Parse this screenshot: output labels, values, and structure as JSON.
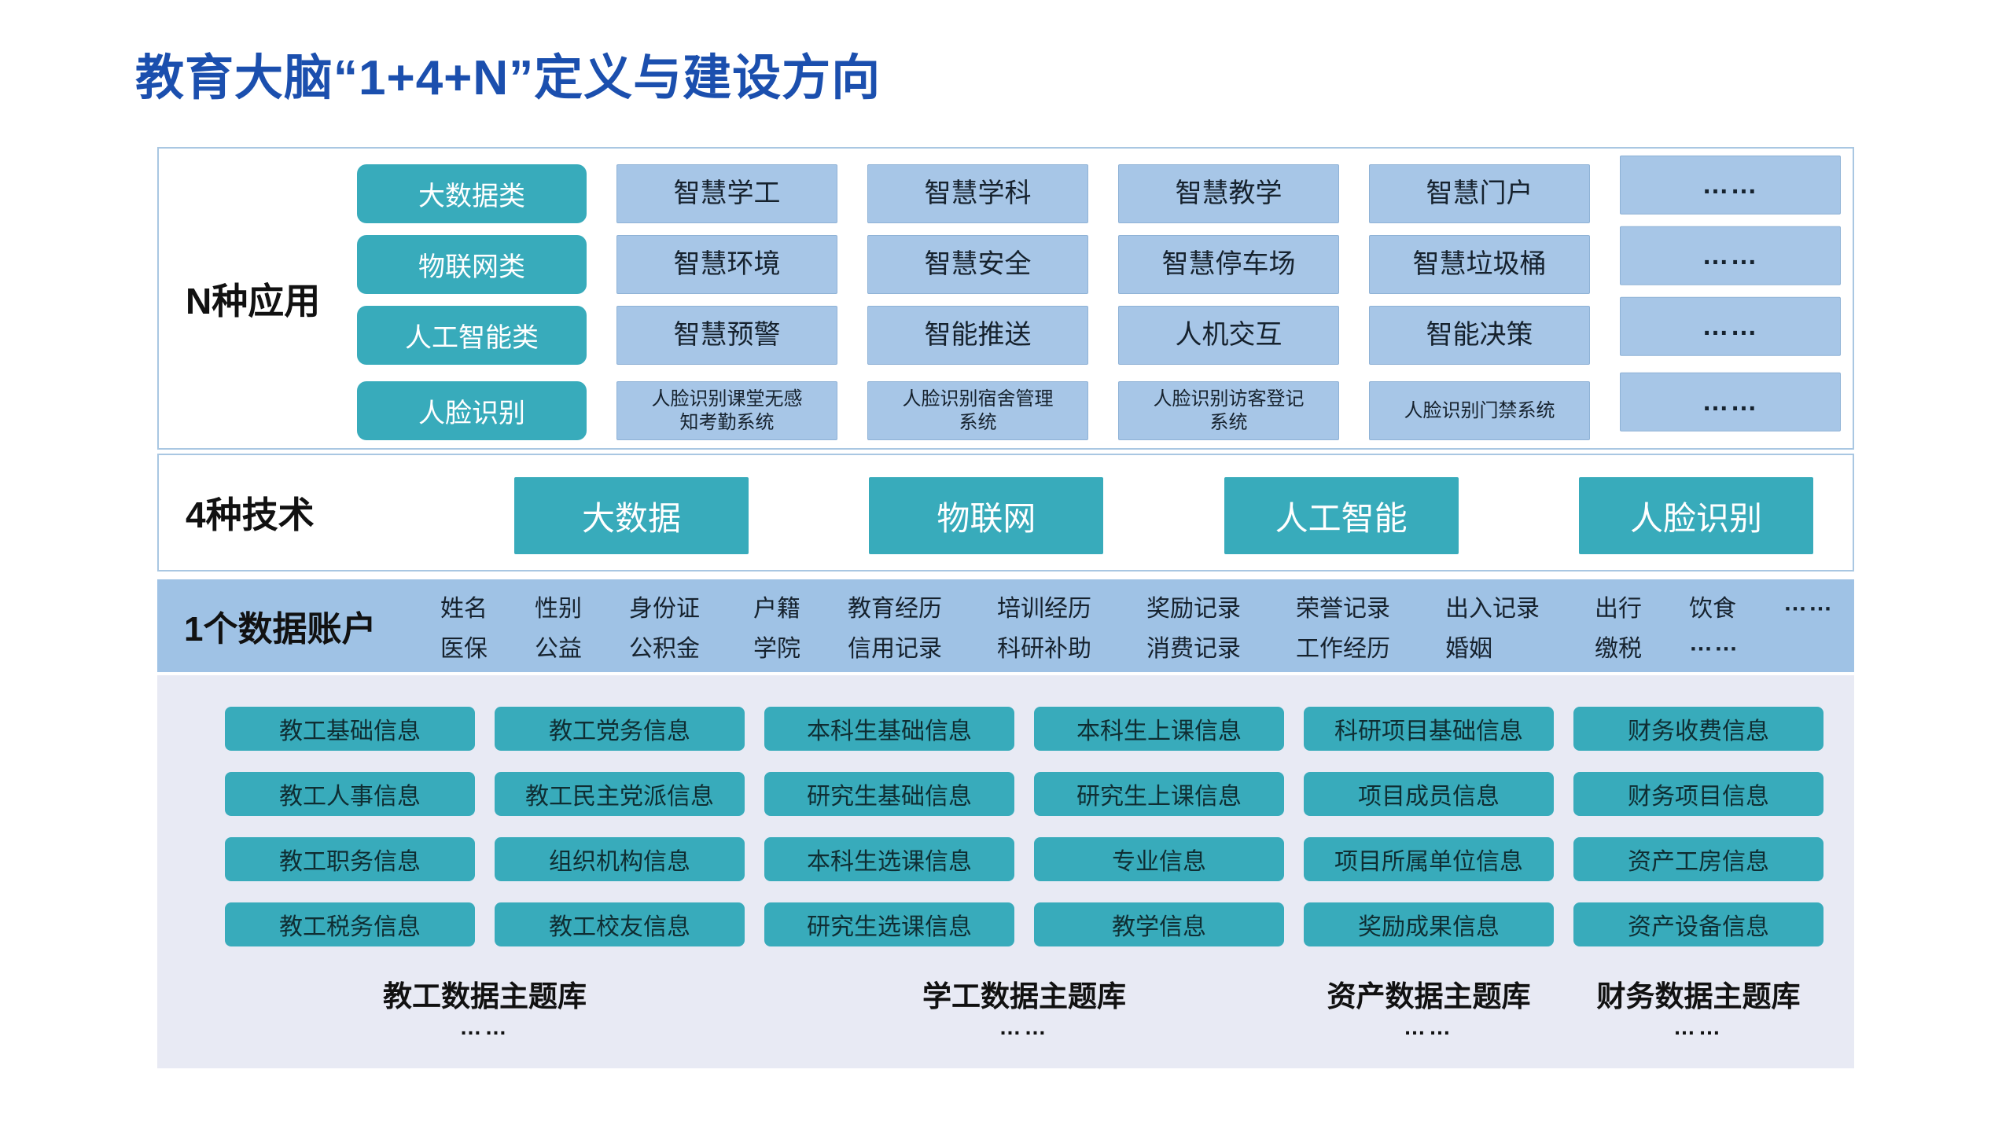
{
  "title": "教育大脑“1+4+N”定义与建设方向",
  "colors": {
    "title_blue": "#1b4fae",
    "teal": "#38abbb",
    "light_blue_box": "#a7c6e7",
    "account_band_bg": "#9fc2e5",
    "themes_bg": "#e8eaf4",
    "section_border": "#a9c7e2"
  },
  "apps": {
    "label": "N种应用",
    "rows": [
      {
        "category": "大数据类",
        "items": [
          "智慧学工",
          "智慧学科",
          "智慧教学",
          "智慧门户",
          "……"
        ]
      },
      {
        "category": "物联网类",
        "items": [
          "智慧环境",
          "智慧安全",
          "智慧停车场",
          "智慧垃圾桶",
          "……"
        ]
      },
      {
        "category": "人工智能类",
        "items": [
          "智慧预警",
          "智能推送",
          "人机交互",
          "智能决策",
          "……"
        ]
      },
      {
        "category": "人脸识别",
        "items": [
          "人脸识别课堂无感知考勤系统",
          "人脸识别宿舍管理系统",
          "人脸识别访客登记系统",
          "人脸识别门禁系统",
          "……"
        ]
      }
    ]
  },
  "tech": {
    "label": "4种技术",
    "items": [
      "大数据",
      "物联网",
      "人工智能",
      "人脸识别"
    ]
  },
  "account": {
    "label": "1个数据账户",
    "row1": [
      "姓名",
      "性别",
      "身份证",
      "户籍",
      "教育经历",
      "培训经历",
      "奖励记录",
      "荣誉记录",
      "出入记录",
      "出行",
      "饮食",
      "……"
    ],
    "row2": [
      "医保",
      "公益",
      "公积金",
      "学院",
      "信用记录",
      "科研补助",
      "消费记录",
      "工作经历",
      "婚姻",
      "缴税",
      "……",
      ""
    ]
  },
  "themes": {
    "columns": [
      [
        "教工基础信息",
        "教工人事信息",
        "教工职务信息",
        "教工税务信息"
      ],
      [
        "教工党务信息",
        "教工民主党派信息",
        "组织机构信息",
        "教工校友信息"
      ],
      [
        "本科生基础信息",
        "研究生基础信息",
        "本科生选课信息",
        "研究生选课信息"
      ],
      [
        "本科生上课信息",
        "研究生上课信息",
        "专业信息",
        "教学信息"
      ],
      [
        "科研项目基础信息",
        "项目成员信息",
        "项目所属单位信息",
        "奖励成果信息"
      ],
      [
        "财务收费信息",
        "财务项目信息",
        "资产工房信息",
        "资产设备信息"
      ]
    ],
    "labels": [
      {
        "name": "教工数据主题库",
        "dots": "……"
      },
      {
        "name": "学工数据主题库",
        "dots": "……"
      },
      {
        "name": "资产数据主题库",
        "dots": "……"
      },
      {
        "name": "财务数据主题库",
        "dots": "……"
      }
    ]
  }
}
